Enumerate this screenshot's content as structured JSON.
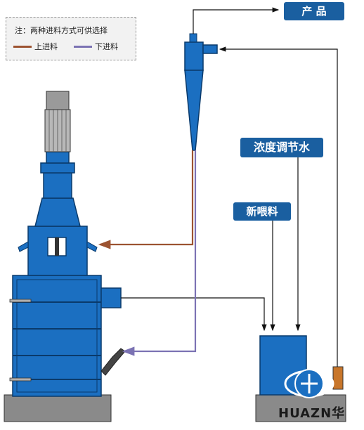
{
  "note": {
    "title": "注：两种进料方式可供选择",
    "legend": [
      {
        "label": "上进料",
        "color": "#9c5331"
      },
      {
        "label": "下进料",
        "color": "#7b72b3"
      }
    ]
  },
  "labels": {
    "product": "产 品",
    "water": "浓度调节水",
    "new_feed": "新喂料"
  },
  "logo": {
    "text": "HUAZN华"
  },
  "colors": {
    "equipment": "#1b6fc1",
    "equipment_dark": "#0f4f91",
    "base": "#8a8a8a",
    "motor": "#c9c9c9",
    "upper_feed": "#9c5331",
    "lower_feed": "#7b72b3",
    "flow_line": "#111111"
  }
}
